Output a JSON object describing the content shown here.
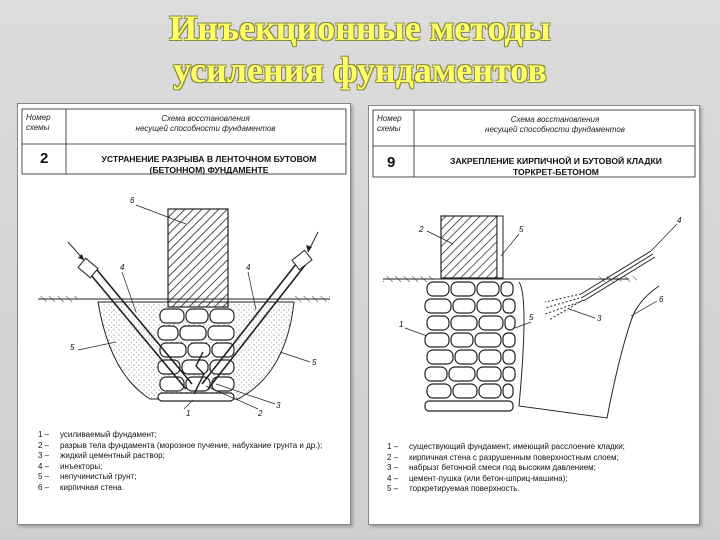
{
  "title": {
    "line1": "Инъекционные методы",
    "line2": "усиления фундаментов"
  },
  "left": {
    "header": {
      "col1": "Номер\nсхемы",
      "col2": "Схема восстановления\nнесущей способности фундаментов"
    },
    "number": "2",
    "subtitle": "УСТРАНЕНИЕ РАЗРЫВА В ЛЕНТОЧНОМ БУТОВОМ (БЕТОННОМ) ФУНДАМЕНТЕ",
    "legend": [
      {
        "key": "1 –",
        "text": "усиливаемый фундамент;"
      },
      {
        "key": "2 –",
        "text": "разрыв тела фундамента (морозное пучение, набухание грунта и др.);"
      },
      {
        "key": "3 –",
        "text": "жидкий цементный раствор;"
      },
      {
        "key": "4 –",
        "text": "инъекторы;"
      },
      {
        "key": "5 –",
        "text": "непучинистый грунт;"
      },
      {
        "key": "6 –",
        "text": "кирпичная стена."
      }
    ],
    "labels": [
      "6",
      "4",
      "4",
      "5",
      "5",
      "1",
      "2",
      "3"
    ]
  },
  "right": {
    "header": {
      "col1": "Номер\nсхемы",
      "col2": "Схема восстановления\nнесущей способности фундаментов"
    },
    "number": "9",
    "subtitle": "ЗАКРЕПЛЕНИЕ КИРПИЧНОЙ И БУТОВОЙ КЛАДКИ ТОРКРЕТ-БЕТОНОМ",
    "legend": [
      {
        "key": "1 –",
        "text": "существующий фундамент, имеющий расслоение кладки;"
      },
      {
        "key": "2 –",
        "text": "кирпичная стена с разрушенным поверхностным слоем;"
      },
      {
        "key": "3 –",
        "text": "набрызг бетонной смеси под высоким давлением;"
      },
      {
        "key": "4 –",
        "text": "цемент-пушка (или бетон-шприц-машина);"
      },
      {
        "key": "5 –",
        "text": "торкретируемая поверхность."
      }
    ],
    "labels": [
      "2",
      "5",
      "4",
      "6",
      "1",
      "5",
      "3"
    ]
  }
}
